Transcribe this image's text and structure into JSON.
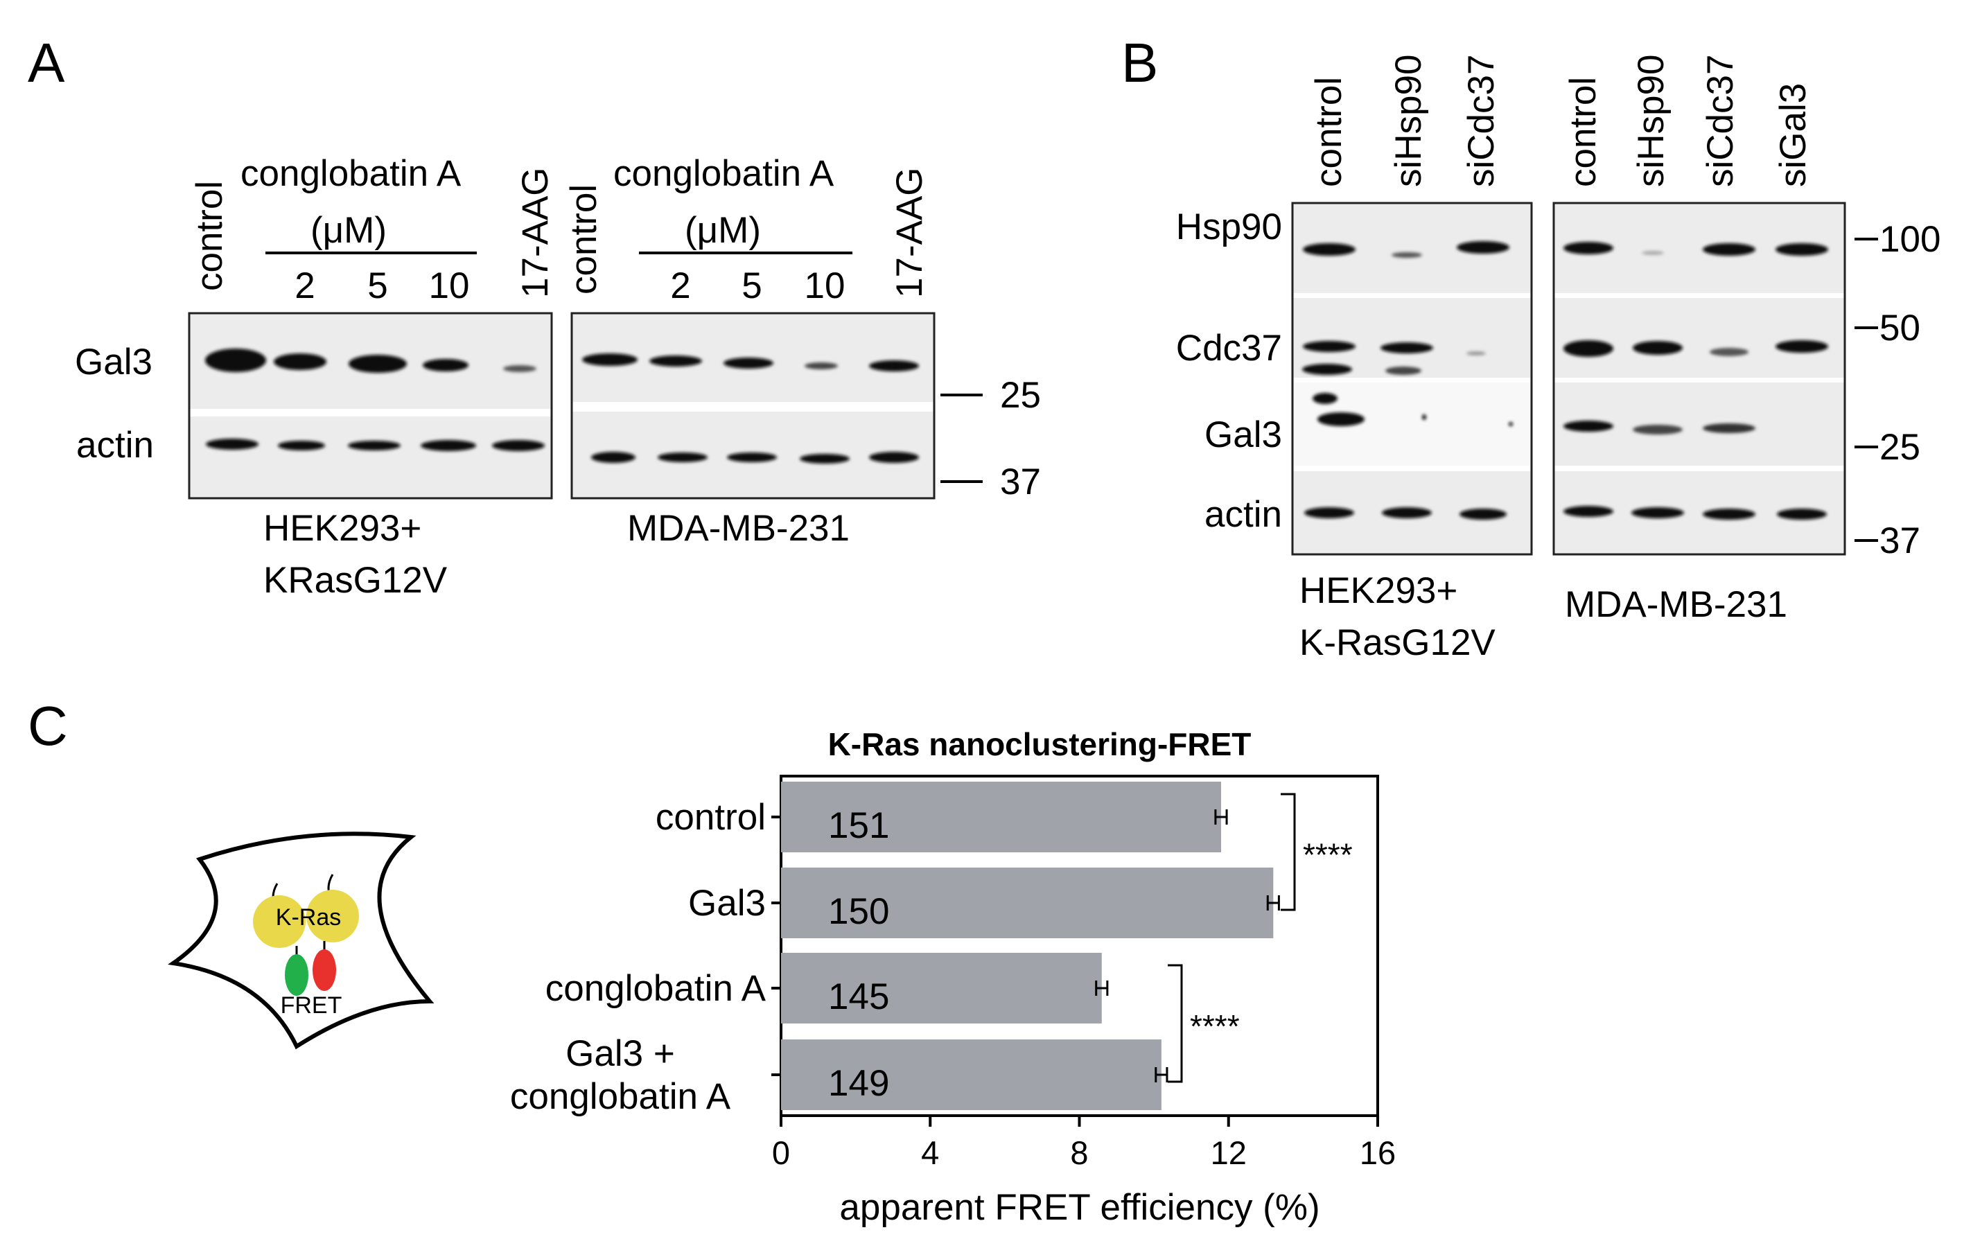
{
  "panels": {
    "a": "A",
    "b": "B",
    "c": "C"
  },
  "panel_a": {
    "blot1": {
      "lanes": [
        "control",
        "17-AAG"
      ],
      "treatment": "conglobatin A",
      "unit": "(μM)",
      "doses": [
        "2",
        "5",
        "10"
      ],
      "rows": [
        "Gal3",
        "actin"
      ],
      "cell_line_1": "HEK293+",
      "cell_line_2": "KRasG12V"
    },
    "blot2": {
      "lanes": [
        "control",
        "17-AAG"
      ],
      "treatment": "conglobatin A",
      "unit": "(μM)",
      "doses": [
        "2",
        "5",
        "10"
      ],
      "cell_line": "MDA-MB-231"
    },
    "markers": [
      "25",
      "37"
    ]
  },
  "panel_b": {
    "blot1_lanes": [
      "control",
      "siHsp90",
      "siCdc37"
    ],
    "blot2_lanes": [
      "control",
      "siHsp90",
      "siCdc37",
      "siGal3"
    ],
    "rows": [
      "Hsp90",
      "Cdc37",
      "Gal3",
      "actin"
    ],
    "markers": [
      "100",
      "50",
      "25",
      "37"
    ],
    "blot1_cell_1": "HEK293+",
    "blot1_cell_2": "K-RasG12V",
    "blot2_cell": "MDA-MB-231"
  },
  "panel_c": {
    "cartoon_protein": "K-Ras",
    "cartoon_label": "FRET"
  },
  "chart_data": {
    "type": "bar",
    "orientation": "horizontal",
    "title": "K-Ras nanoclustering-FRET",
    "xlabel": "apparent FRET efficiency (%)",
    "ylabel": "",
    "xlim": [
      0,
      16
    ],
    "xticks": [
      "0",
      "4",
      "8",
      "12",
      "16"
    ],
    "categories": [
      "control",
      "Gal3",
      "conglobatin A",
      "Gal3 + conglobatin A"
    ],
    "category_lines": [
      [
        "control"
      ],
      [
        "Gal3"
      ],
      [
        "conglobatin A"
      ],
      [
        "Gal3 +",
        "conglobatin A"
      ]
    ],
    "values": [
      11.8,
      13.2,
      8.6,
      10.2
    ],
    "errors": [
      0.15,
      0.15,
      0.15,
      0.15
    ],
    "n_labels": [
      "151",
      "150",
      "145",
      "149"
    ],
    "significance": [
      {
        "from": 0,
        "to": 1,
        "label": "****"
      },
      {
        "from": 2,
        "to": 3,
        "label": "****"
      }
    ],
    "bar_color": "#a0a4aa"
  }
}
